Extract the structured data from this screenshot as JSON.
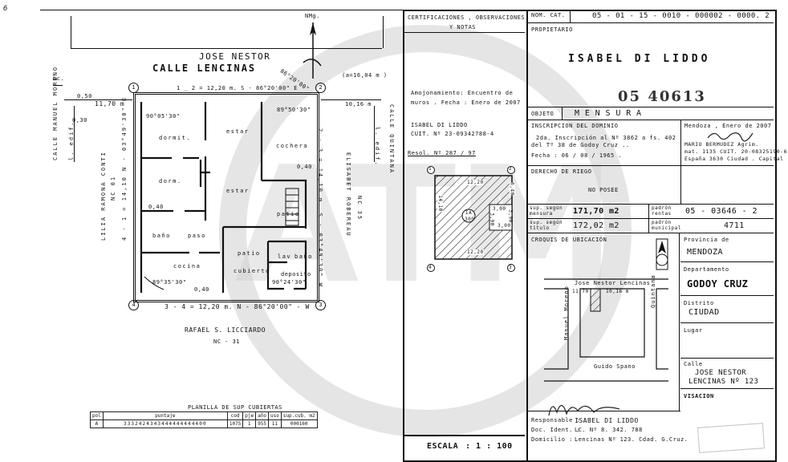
{
  "corner_mark": "6",
  "watermark": "ATM",
  "plan": {
    "north_label": "NMg.",
    "owner_north": "JOSE NESTOR",
    "street_north": "CALLE LENCINAS",
    "street_width": "(a=16,04 m )",
    "angle_top_right": "86°20'00\"",
    "side_1_2": "1 _ 2 = 12,20 m.  S - 86°20'00\" E",
    "left_offset": "11,70 m",
    "left_top_090": "0,50",
    "left_top_030": "0,30",
    "right_offset": "10,16 m",
    "angle_tl": "90°05'30\"",
    "angle_tr": "89°50'30\"",
    "angle_bl": "89°35'30\"",
    "angle_br": "90°24'30\"",
    "dim_040_a": "0,40",
    "dim_040_b": "0,40",
    "dim_040_c": "0,40",
    "side_4_1": "4 - 1 = 14,10   N - 03°49'30\" E",
    "side_2_3": "2 - 3 = 14,10 m.  S - 03°49'30\" W",
    "side_3_4": "3 - 4 = 12,20 m.  N - 86°20'00\" - W",
    "left_neighbor_1": "LILIA  RAMONA  CONTI",
    "left_neighbor_2": "NC 01",
    "right_neighbor_1": "ELISABET  ROBEREAU",
    "right_neighbor_2": "NC  35",
    "left_street": "CALLE  MANUEL MORENO",
    "left_street_edif": "l. edif.",
    "right_street": "CALLE  QUINTANA",
    "right_street_edif": "l. edif.",
    "south_neighbor": "RAFAEL  S.  LICCIARDO",
    "south_nc": "NC - 31",
    "rooms": {
      "dormit1": "dormit.",
      "estar1": "estar",
      "cochera": "cochera",
      "dorm2": "dorm.",
      "estar2": "estar",
      "patio1": "patio",
      "bano1": "baño",
      "paso": "paso",
      "cocina": "cocina",
      "patio_cubierto_1": "patio",
      "patio_cubierto_2": "cubierto",
      "lav": "lav",
      "bano2": "baño",
      "deposito": "deposito"
    },
    "points": [
      "1",
      "2",
      "3",
      "4"
    ],
    "bc": "bc."
  },
  "planilla": {
    "title": "PLANILLA  DE  SUP  CUBIERTAS",
    "headers": [
      "pol",
      "puntaje",
      "cod",
      "pje",
      "año",
      "uso",
      "sup.cub. m2"
    ],
    "row": [
      "A",
      "3332424343444444444400",
      "1075",
      "1",
      "955",
      "11",
      "000160"
    ]
  },
  "cert": {
    "header_1": "CERTIFICACIONES , OBSERVACIONES",
    "header_2": "Y      NOTAS",
    "amojonamiento": "Amojonamiento: Encuentro de",
    "amojonamiento_2": "muros . Fecha : Enero de 2007",
    "owner": "ISABEL   DI LIDDO",
    "cuit": "CUIT.  Nº  23-09342788-4",
    "resol": "Resol.  Nº  287 / 97",
    "mini_top": "12,20",
    "mini_bottom": "12,20",
    "mini_left": "14,10",
    "mini_right": "6,40",
    "mini_ia": "IA",
    "mini_ia_val": "300",
    "mini_300a": "3,00",
    "mini_300b": "3,00",
    "mini_390a": "3,90",
    "mini_390b": "3,90",
    "mini_points": [
      "1",
      "2",
      "3",
      "4"
    ],
    "escala_label": "ESCALA",
    "escala_value": ":   1 : 100"
  },
  "info": {
    "nom_cat_label": "NOM. CAT.",
    "nom_cat_value": "05 - 01 - 15 - 0010 - 000002 - 0000. 2",
    "propietario_label": "PROPIETARIO",
    "propietario_value": "ISABEL   DI  LIDDO",
    "expediente": "05  40613",
    "objeto_label": "OBJETO",
    "objeto_value": "M E N S U R A",
    "inscripcion_label": "INSCRIPCION  DEL  DOMINIO",
    "inscripcion_1": "2da. Inscripción  al Nº 3862  a fs. 402",
    "inscripcion_2": "del  Tº 38 de  Godoy  Cruz ..",
    "inscripcion_fecha": "Fecha :   06 / 08 / 1965 .",
    "firma_fecha": "Mendoza , Enero de 2007",
    "agrim_1": "MARIO  BERMUDEZ  Agrim.",
    "agrim_2": "mat. 1135  CUIT. 20-08325190-6",
    "agrim_3": "España  3630  Ciudad . Capital",
    "riego_label": "DERECHO DE RIEGO",
    "riego_value": "NO  POSEE",
    "sup_mensura_label": "sup. según mensura",
    "sup_mensura_value": "171,70  m2",
    "sup_titulo_label": "sup. según título",
    "sup_titulo_value": "172,02  m2",
    "padron_rentas_label": "padrón rentas",
    "padron_rentas_value": "05 - 03646 - 2",
    "padron_mun_label": "padrón municipal",
    "padron_mun_value": "4711",
    "croquis_label": "CROQUIS  DE  UBICACIÓN",
    "croquis_street_n": "Jose  Nestor  Lencinas",
    "croquis_11_70": "11,70",
    "croquis_10_16": "10,16 m",
    "croquis_street_w": "Manuel  Moreno",
    "croquis_street_e": "Quintana",
    "croquis_street_s": "Guido  Spano",
    "provincia_label": "Provincia  de",
    "provincia_value": "MENDOZA",
    "departamento_label": "Departamento",
    "departamento_value": "GODOY  CRUZ",
    "distrito_label": "Distrito",
    "distrito_value": "CIUDAD",
    "lugar_label": "Lugar",
    "calle_label": "Calle",
    "calle_value_1": "JOSE  NESTOR",
    "calle_value_2": "LENCINAS  Nº 123",
    "visacion_label": "VISACION",
    "responsable_label": "Responsable :",
    "responsable_value": "ISABEL  DI LIDDO",
    "doc_label": "Doc. Ident. :",
    "doc_value": "LC. Nº 8. 342. 788",
    "domicilio_label": "Domicilio :",
    "domicilio_value": "Lencinas  Nº 123. Cdad. G.Cruz."
  }
}
